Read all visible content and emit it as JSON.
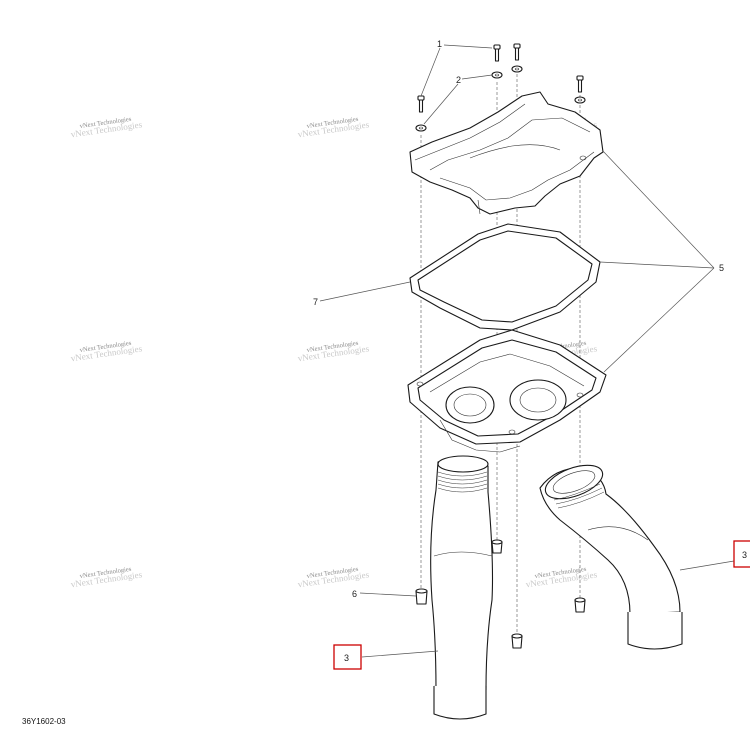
{
  "diagram": {
    "reference_code": "36Y1602-03",
    "callouts": {
      "c1": "1",
      "c2": "2",
      "c3a": "3",
      "c3b": "3",
      "c5": "5",
      "c6": "6",
      "c7": "7"
    },
    "watermark": {
      "line1": "vNext Technologies",
      "line2": "vNext Technologies"
    },
    "highlight_color": "#cc0000"
  }
}
